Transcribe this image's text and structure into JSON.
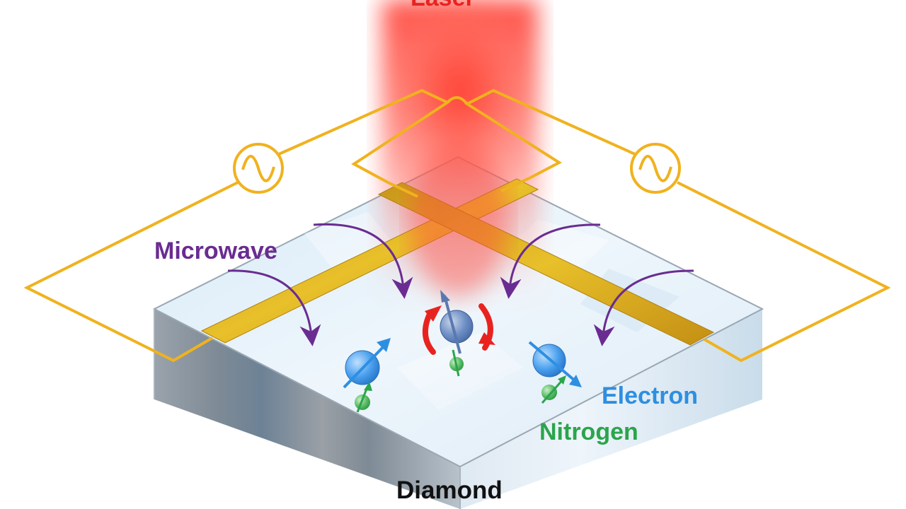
{
  "labels": {
    "laser": "Laser",
    "microwave": "Microwave",
    "electron": "Electron",
    "nitrogen": "Nitrogen",
    "diamond": "Diamond"
  },
  "colors": {
    "laser": "#e8231f",
    "microwave": "#6a2c91",
    "electron": "#2e8fe0",
    "nitrogen": "#2ba54b",
    "diamond_label": "#111111",
    "circuit_wire": "#f0b21e",
    "gold_strip": "#d9a81a",
    "diamond_top": "#e4f1fa",
    "diamond_side": "#8e9aa6"
  },
  "icons": {
    "ac_source": "ac-source-icon",
    "electron_spin": "electron-spin-icon",
    "nitrogen_spin": "nitrogen-spin-icon"
  }
}
